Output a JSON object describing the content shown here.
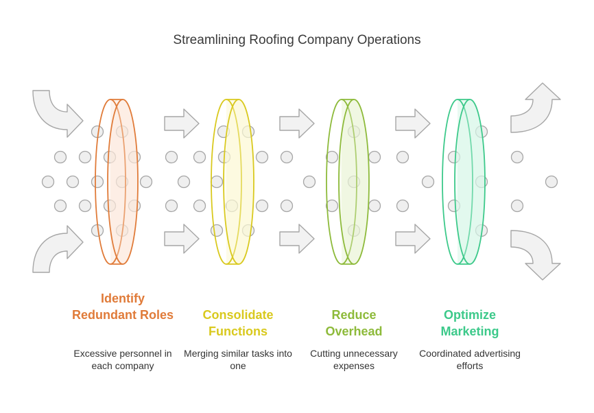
{
  "title": "Streamlining Roofing Company Operations",
  "steps": [
    {
      "title": "Identify Redundant Roles",
      "description": "Excessive personnel in each company",
      "color": "#E07B39",
      "fill": "#FCE7DA"
    },
    {
      "title": "Consolidate Functions",
      "description": "Merging similar tasks into one",
      "color": "#D9C91E",
      "fill": "#FBF8D4"
    },
    {
      "title": "Reduce Overhead",
      "description": "Cutting unnecessary expenses",
      "color": "#8DBA3A",
      "fill": "#EAF4D6"
    },
    {
      "title": "Optimize Marketing",
      "description": "Coordinated advertising efforts",
      "color": "#3CC98A",
      "fill": "#D7F5E7"
    }
  ],
  "colors": {
    "arrow_fill": "#F2F2F2",
    "arrow_stroke": "#A6A6A6",
    "dot_fill": "#EFEFEF",
    "dot_stroke": "#A6A6A6",
    "title": "#3A3A3A"
  }
}
